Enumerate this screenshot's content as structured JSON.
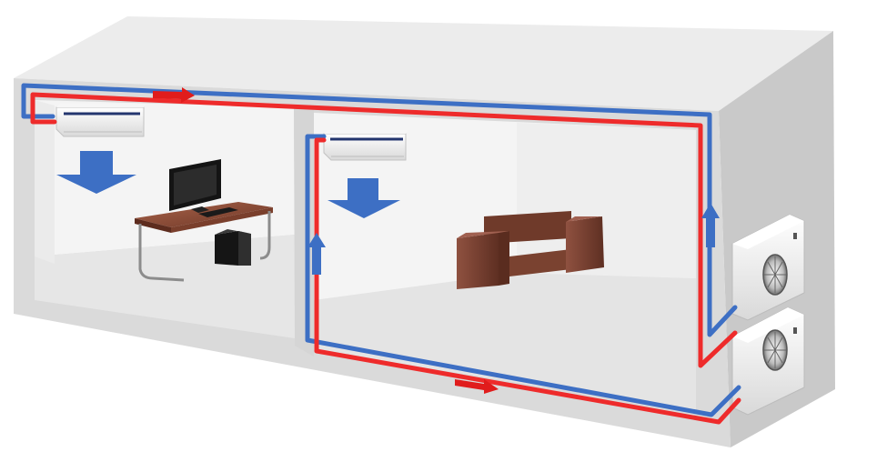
{
  "diagram": {
    "colors": {
      "background": "#ffffff",
      "building_top": "#ececec",
      "building_front": "#d8d8d8",
      "building_side": "#c6c6c6",
      "room_interior": "#f3f3f3",
      "room_floor": "#e2e2e2",
      "hot_pipe": "#ee2b2b",
      "cold_pipe": "#3d6fc4",
      "airflow_arrow": "#3d6fc4",
      "flow_arrow": "#e01c1c",
      "furniture_wood": "#8b4a35",
      "sofa": "#7a4432",
      "monitor": "#141414",
      "outdoor_unit": "#f5f5f5"
    },
    "rooms": [
      {
        "name": "office",
        "contents": [
          "indoor-ac-unit",
          "cold-airflow-arrow",
          "desk",
          "computer-monitor",
          "pc-tower"
        ]
      },
      {
        "name": "living-room",
        "contents": [
          "indoor-ac-unit",
          "cold-airflow-arrow",
          "sofa"
        ]
      }
    ],
    "outdoor_units": 2,
    "pipes": [
      "hot-refrigerant-line",
      "cold-refrigerant-line"
    ]
  }
}
